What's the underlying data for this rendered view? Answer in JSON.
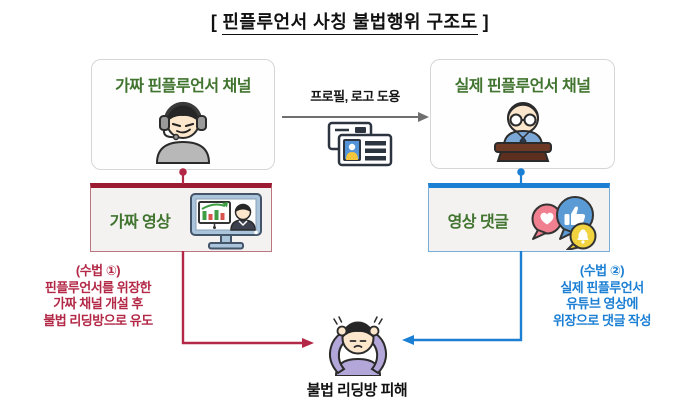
{
  "title": {
    "open": "[",
    "text": "핀플루언서 사칭 불법행위 구조도",
    "close": "]"
  },
  "colors": {
    "dark_red": "#9c1b33",
    "red": "#b32846",
    "blue": "#1b7fd4",
    "green": "#41742f",
    "arrow_gray": "#6f6f6f"
  },
  "boxes": {
    "fake_channel": {
      "label": "가짜 핀플루언서 채널"
    },
    "real_channel": {
      "label": "실제 핀플루언서 채널"
    },
    "fake_video": {
      "label": "가짜 영상"
    },
    "video_comment": {
      "label": "영상 댓글"
    }
  },
  "middle_arrow": {
    "label": "프로필, 로고 도용"
  },
  "method1": {
    "lines": [
      "(수법 ①)",
      "핀플루언서를 위장한",
      "가짜 채널 개설 후",
      "불법 리딩방으로 유도"
    ]
  },
  "method2": {
    "lines": [
      "(수법 ②)",
      "실제 핀플루언서",
      "유튜브 영상에",
      "위장으로 댓글 작성"
    ]
  },
  "victim": {
    "label": "불법 리딩방 피해"
  },
  "icons": {
    "fake_channel": "scammer-headset-icon",
    "real_channel": "finfluencer-desk-icon",
    "impersonation": "id-cards-icon",
    "fake_video": "monitor-chart-presenter-icon",
    "video_comment": "like-comment-bubbles-icon",
    "victim": "distressed-victim-icon"
  }
}
